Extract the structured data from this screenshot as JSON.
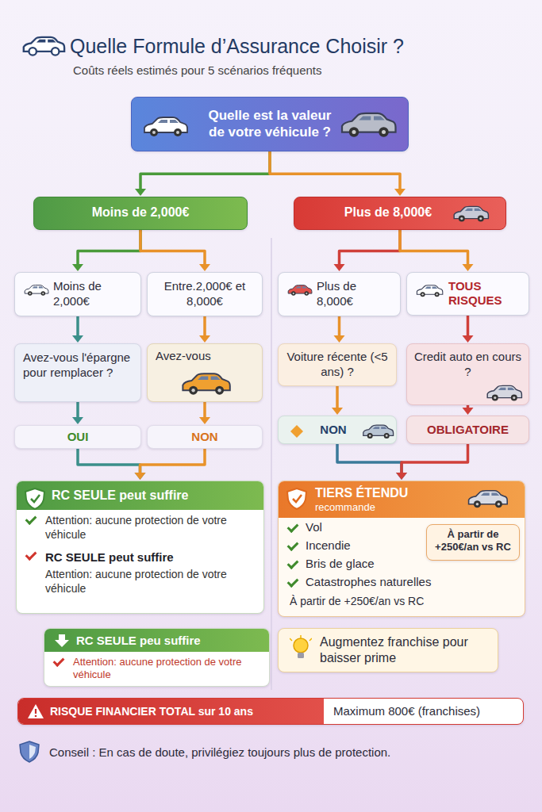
{
  "diagram": {
    "title": "Quelle Formule d’Assurance Choisir ?",
    "caption": "Coûts réels estimés pour 5 scénarios fréquents",
    "nodes": [
      {
        "text": [
          "Quelle est la valeur de votre véhicule ?"
        ]
      },
      {
        "text": [
          "Moins de 2,000€"
        ]
      },
      {
        "text": [
          "Plus de 8,000€"
        ]
      },
      {
        "text": [
          "Moins de 2,000€"
        ]
      },
      {
        "text": [
          "Entre.2,000€ et 8,000€"
        ]
      },
      {
        "text": [
          "Plus de 8,000€"
        ]
      },
      {
        "text": [
          "TOUS RISQUES"
        ]
      },
      {
        "text": [
          "Avez-vous l'épargne pour remplacer ?"
        ]
      },
      {
        "text": [
          "Avez-vous"
        ]
      },
      {
        "text": [
          "Voiture récente (<5 ans) ?"
        ]
      },
      {
        "text": [
          "Credit auto en cours ?"
        ]
      },
      {
        "text": [
          "OUI"
        ]
      },
      {
        "text": [
          "NON"
        ]
      },
      {
        "text": [
          "NON"
        ]
      },
      {
        "text": [
          "OBLIGATOIRE"
        ]
      },
      {
        "text": [
          "RC SEULE peut suffire",
          "Attention: aucune protection de votre véhicule",
          "RC SEULE peut suffire",
          "Attention: aucune protection de votre véhicule"
        ]
      },
      {
        "text": [
          "TIERS ÉTENDU",
          "recommande",
          "Vol",
          "Incendie",
          "Bris de glace",
          "Catastrophes naturelles",
          "À partir de +250€/an vs RC"
        ]
      },
      {
        "text": [
          "À partir de +250€/an vs RC"
        ],
        "in": 16
      },
      {
        "text": [
          "RC SEULE peu suffire",
          "Attention: aucune protection de votre véhicule"
        ]
      },
      {
        "text": [
          "Augmentez franchise pour baisser prime"
        ]
      },
      {
        "text": [
          "RISQUE FINANCIER TOTAL sur 10 ans",
          "Maximum 800€ (franchises)"
        ]
      }
    ],
    "edges": [
      {
        "from": 0,
        "to": 1,
        "arrow": "to"
      },
      {
        "from": 0,
        "to": 2,
        "arrow": "to"
      },
      {
        "from": 1,
        "to": 3,
        "arrow": "to"
      },
      {
        "from": 1,
        "to": 4,
        "arrow": "to"
      },
      {
        "from": 2,
        "to": 5,
        "arrow": "to"
      },
      {
        "from": 2,
        "to": 6,
        "arrow": "to"
      },
      {
        "from": 3,
        "to": 7,
        "arrow": "to"
      },
      {
        "from": 4,
        "to": 8,
        "arrow": "to"
      },
      {
        "from": 5,
        "to": 9,
        "arrow": "to"
      },
      {
        "from": 6,
        "to": 10,
        "arrow": "to"
      },
      {
        "from": 7,
        "to": 11,
        "arrow": "to"
      },
      {
        "from": 8,
        "to": 12,
        "arrow": "to"
      },
      {
        "from": 9,
        "to": 13,
        "arrow": "to"
      },
      {
        "from": 10,
        "to": 14,
        "arrow": "to"
      },
      {
        "from": 11,
        "to": 15,
        "arrow": "to"
      },
      {
        "from": 12,
        "to": 15,
        "arrow": "to"
      },
      {
        "from": 13,
        "to": 16,
        "arrow": "to"
      },
      {
        "from": 14,
        "to": 16,
        "arrow": "to"
      }
    ],
    "labels": [
      "Conseil : En cas de doute, privilégiez toujours plus de protection."
    ]
  }
}
